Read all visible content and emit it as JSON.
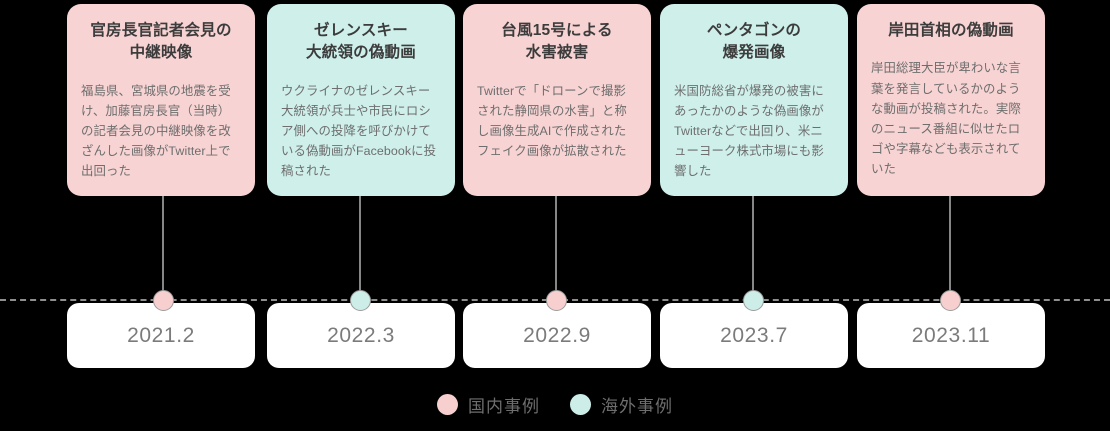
{
  "theme": {
    "background": "#000000",
    "domestic_color": "#F8D3D3",
    "overseas_color": "#CEEFEA",
    "dot_domestic": "#F8CFCF",
    "dot_overseas": "#CCEDE8",
    "axis_color": "#8e8e8e",
    "stem_color": "#868686",
    "date_box_bg": "#FFFFFF",
    "title_color": "#3c3c3c",
    "body_color": "#6e6e6e",
    "date_color": "#7b7b7b"
  },
  "events": [
    {
      "category": "domestic",
      "title": "官房長官記者会見の\n中継映像",
      "description": "福島県、宮城県の地震を受け、加藤官房長官（当時）の記者会見の中継映像を改ざんした画像がTwitter上で出回った",
      "date": "2021.2"
    },
    {
      "category": "overseas",
      "title": "ゼレンスキー\n大統領の偽動画",
      "description": "ウクライナのゼレンスキー大統領が兵士や市民にロシア側への投降を呼びかけている偽動画がFacebookに投稿された",
      "date": "2022.3"
    },
    {
      "category": "domestic",
      "title": "台風15号による\n水害被害",
      "description": "Twitterで「ドローンで撮影された静岡県の水害」と称し画像生成AIで作成されたフェイク画像が拡散された",
      "date": "2022.9"
    },
    {
      "category": "overseas",
      "title": "ペンタゴンの\n爆発画像",
      "description": "米国防総省が爆発の被害にあったかのような偽画像がTwitterなどで出回り、米ニューヨーク株式市場にも影響した",
      "date": "2023.7"
    },
    {
      "category": "domestic",
      "title": "岸田首相の偽動画",
      "description": "岸田総理大臣が卑わいな言葉を発言しているかのような動画が投稿された。実際のニュース番組に似せたロゴや字幕なども表示されていた",
      "date": "2023.11"
    }
  ],
  "legend": [
    {
      "category": "domestic",
      "label": "国内事例"
    },
    {
      "category": "overseas",
      "label": "海外事例"
    }
  ],
  "layout": {
    "card_lefts": [
      67,
      267,
      463,
      660,
      857
    ],
    "dot_centers": [
      163,
      360,
      556,
      753,
      950
    ]
  }
}
